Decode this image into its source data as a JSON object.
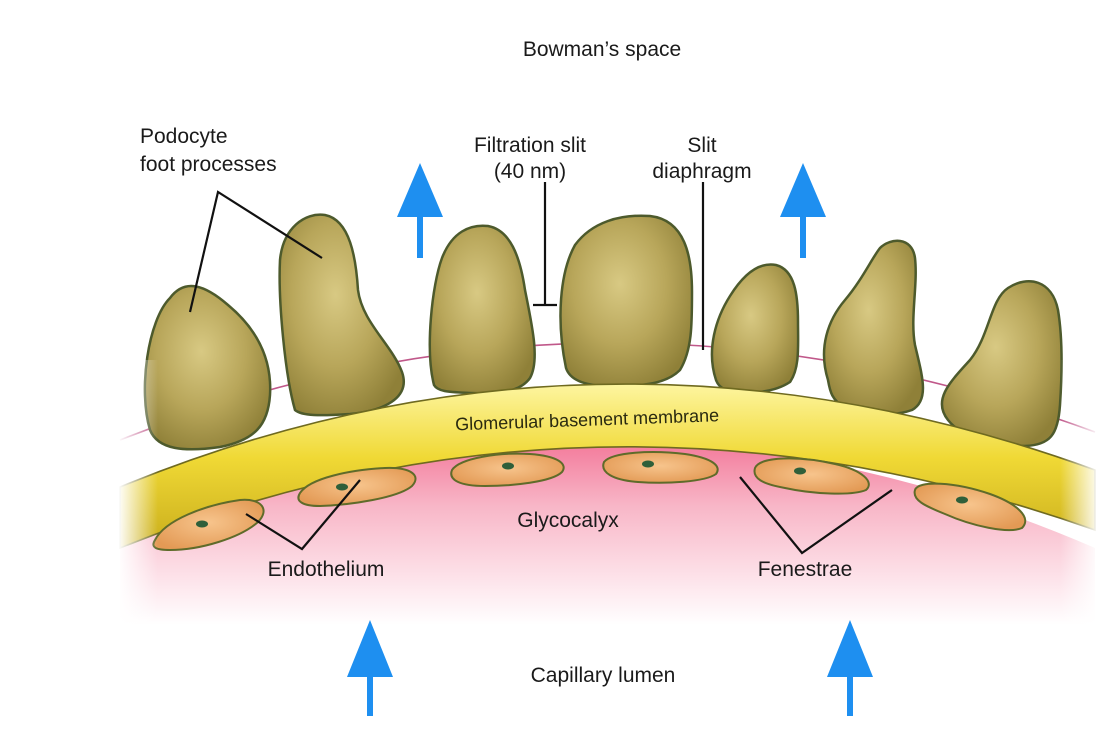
{
  "labels": {
    "bowmans_space": "Bowman’s space",
    "podocyte_line1": "Podocyte",
    "podocyte_line2": "foot processes",
    "filtration_slit_line1": "Filtration slit",
    "filtration_slit_line2": "(40 nm)",
    "slit_diaphragm_line1": "Slit",
    "slit_diaphragm_line2": "diaphragm",
    "gbm": "Glomerular basement membrane",
    "glycocalyx": "Glycocalyx",
    "endothelium": "Endothelium",
    "fenestrae": "Fenestrae",
    "capillary_lumen": "Capillary lumen"
  },
  "colors": {
    "arrow": "#1e8ff0",
    "podocyte_fill": "#b9a75a",
    "podocyte_stroke": "#4d5a2c",
    "membrane": "#f2dd3c",
    "glycocalyx": "#f6a9be",
    "endothelium_fill": "#eeab6a",
    "endothelium_nucleus": "#2f5f3a",
    "slit_diaphragm_line": "#c0588a"
  },
  "icons": [
    "flow-up-arrow-icon"
  ]
}
